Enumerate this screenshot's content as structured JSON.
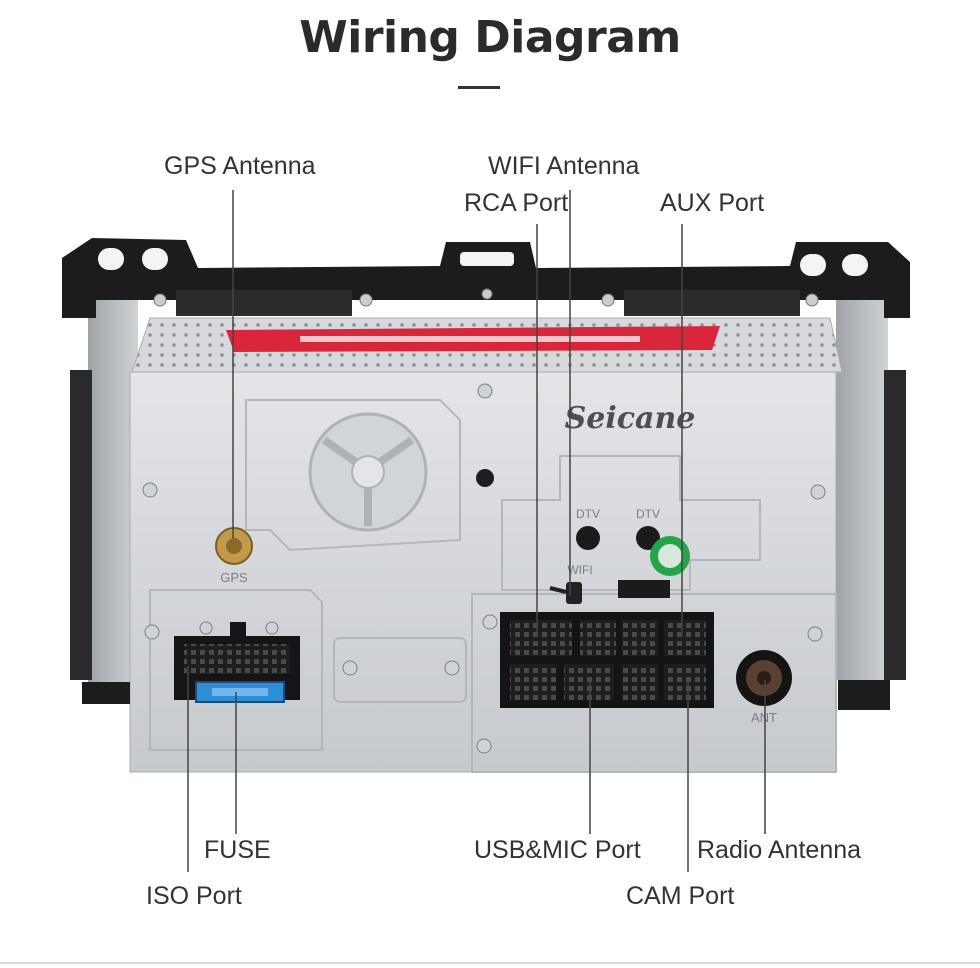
{
  "header": {
    "title": "Wiring Diagram"
  },
  "device": {
    "brand": "Seicane",
    "marks": {
      "gps": "GPS",
      "dtv_left": "DTV",
      "dtv_right": "DTV",
      "wifi": "WIFI",
      "ant": "ANT"
    }
  },
  "callouts": {
    "gps_antenna": "GPS Antenna",
    "wifi_antenna": "WIFI Antenna",
    "rca_port": "RCA Port",
    "aux_port": "AUX Port",
    "fuse": "FUSE",
    "iso_port": "ISO Port",
    "usb_mic_port": "USB&MIC Port",
    "cam_port": "CAM Port",
    "radio_antenna": "Radio Antenna"
  },
  "colors": {
    "chassis_metal": "#c9ccd0",
    "back_panel": "#dcdee1",
    "bracket": "#1c1c1c",
    "red_sticker": "#d9263a",
    "fuse_blue": "#2f8fd6",
    "leader_line": "#444444"
  }
}
